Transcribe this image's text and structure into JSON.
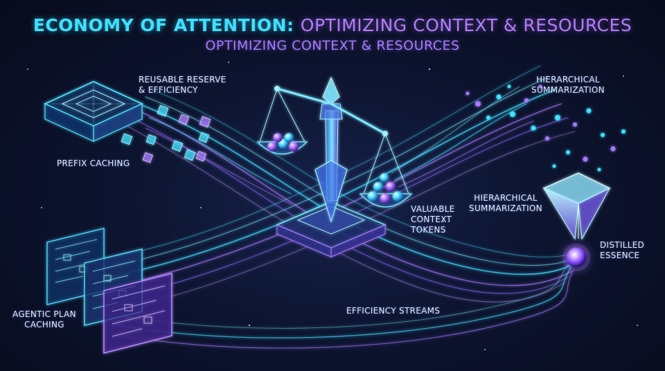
{
  "title": {
    "part1": "ECONOMY OF ATTENTION:",
    "part2": "OPTIMIZING CONTEXT & RESOURCES"
  },
  "subtitle": "OPTIMIZING CONTEXT & RESOURCES",
  "labels": {
    "reusable_reserve": "REUSABLE RESERVE\n& EFFICIENCY",
    "prefix_caching": "PREFIX CACHING",
    "agentic_plan_caching": "AGENTIC PLAN\nCACHING",
    "valuable_context_tokens": "VALUABLE\nCONTEXT\nTOKENS",
    "efficiency_streams": "EFFICIENCY STREAMS",
    "hierarchical_summarization_top": "HIERARCHICAL\nSUMMARIZATION",
    "hierarchical_summarization_mid": "HIERARCHICAL\nSUMMARIZATION",
    "distilled_essence": "DISTILLED\nESSENCE"
  },
  "colors": {
    "cyan": "#3fe0ff",
    "purple": "#a779ff",
    "background": "#0a0f24"
  },
  "icons": [
    "cache-chip-icon",
    "balance-scale-icon",
    "funnel-icon",
    "plan-panels-icon",
    "essence-orb-icon"
  ]
}
